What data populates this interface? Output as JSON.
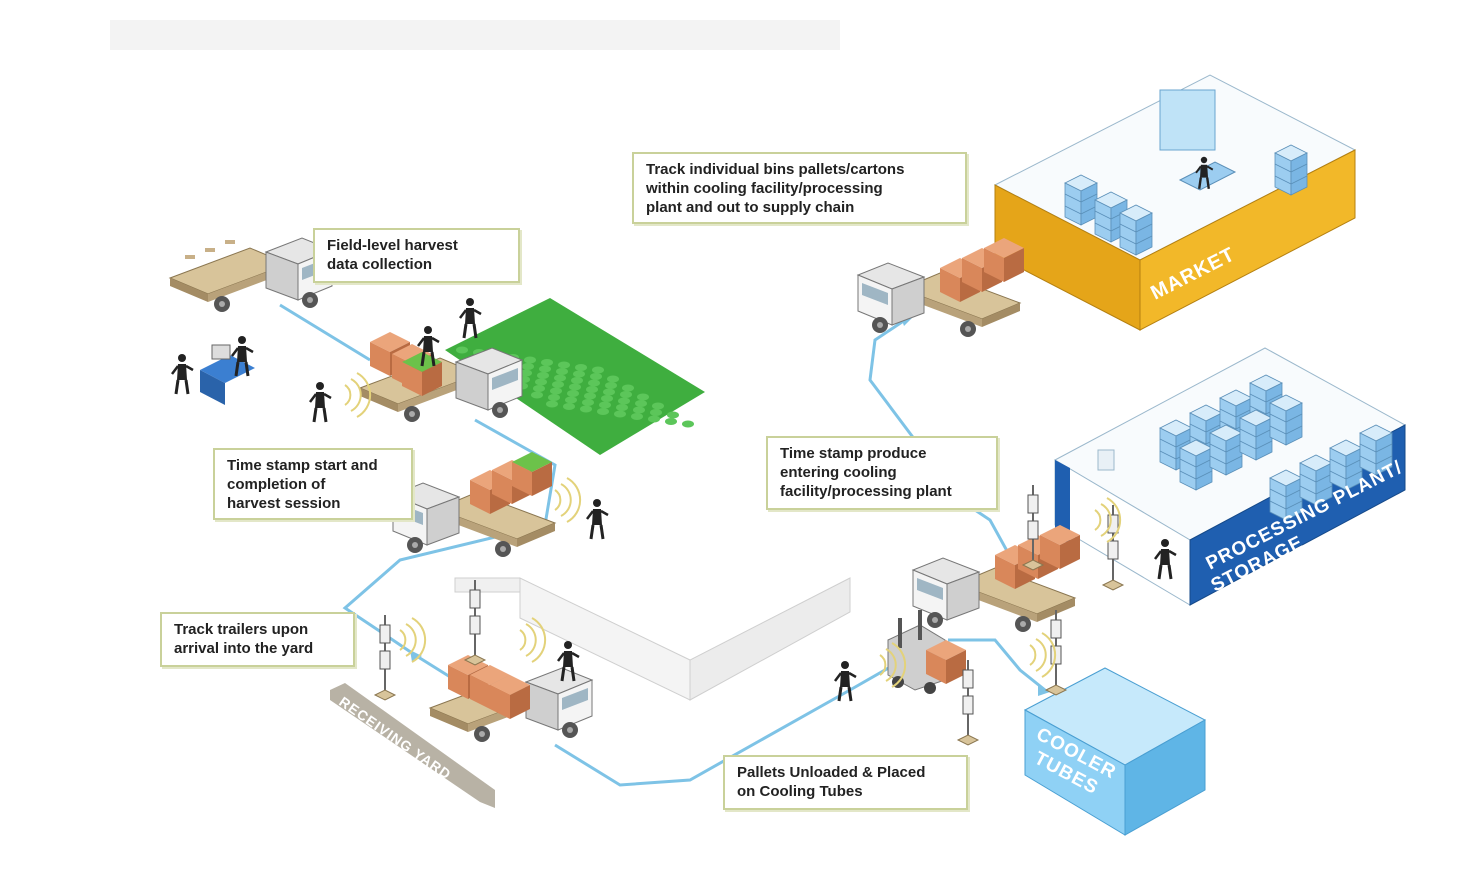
{
  "callouts": {
    "bins_tracking": [
      "Track individual bins pallets/cartons",
      "within cooling facility/processing",
      "plant and out to supply chain"
    ],
    "field_harvest": [
      "Field-level harvest",
      "data collection"
    ],
    "time_stamp_harvest": [
      "Time stamp start and",
      "completion of",
      "harvest session"
    ],
    "time_stamp_cooling": [
      "Time stamp produce",
      "entering cooling",
      "facility/processing plant"
    ],
    "track_trailers": [
      "Track trailers upon",
      "arrival into the yard"
    ],
    "pallets_unloaded": [
      "Pallets Unloaded & Placed",
      "on Cooling Tubes"
    ]
  },
  "buildings": {
    "market": "MARKET",
    "processing": [
      "PROCESSING PLANT/",
      "STORAGE"
    ],
    "cooler": [
      "COOLER",
      "TUBES"
    ],
    "yard": "RECEIVING YARD"
  },
  "colors": {
    "route": "#7ec3e6",
    "market": "#f2b829",
    "processing": "#1f5fb0",
    "cooler": "#8fd1f5",
    "field": "#3fae3f",
    "crate": "#d9875a",
    "callout_border": "#c9d19a",
    "rfid_wave": "#e3d27a"
  }
}
